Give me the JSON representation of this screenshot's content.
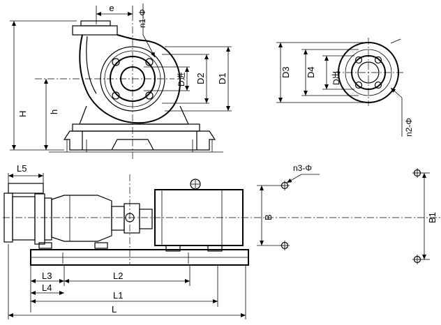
{
  "labels": {
    "e": "e",
    "n1": "n1-Φ",
    "d_in": "D进",
    "d2": "D2",
    "d1": "D1",
    "h_big": "H",
    "h_small": "h",
    "d3": "D3",
    "d4": "D4",
    "d_out": "D出",
    "n2": "n2-Φ",
    "l5": "L5",
    "n3": "n3-Φ",
    "b": "B",
    "b1": "B1",
    "l3": "L3",
    "l4": "L4",
    "l2": "L2",
    "l1": "L1",
    "l": "L"
  }
}
